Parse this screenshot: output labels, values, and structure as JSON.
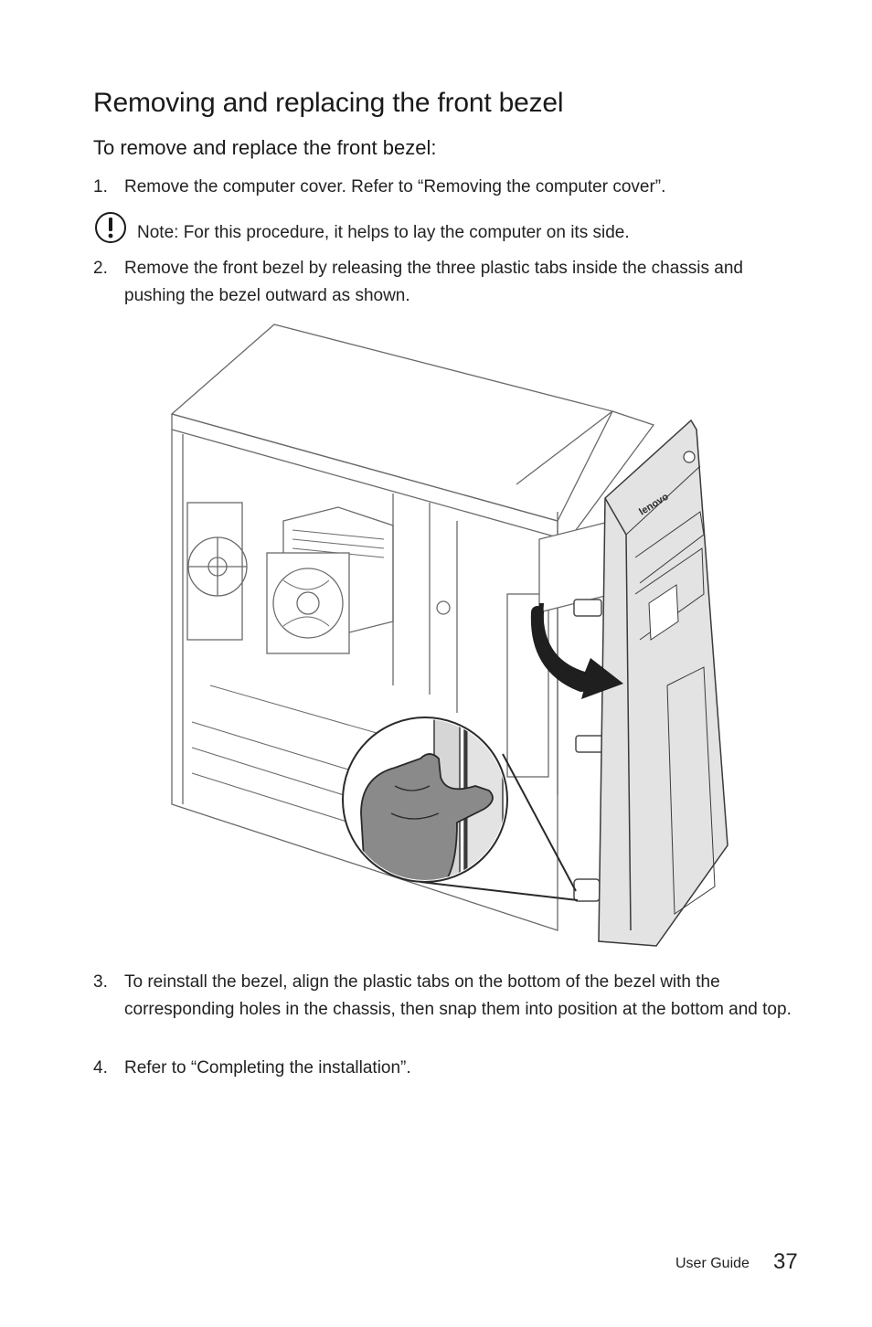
{
  "title": "Removing and replacing the front bezel",
  "subtitle": "To remove and replace the front bezel:",
  "steps": [
    {
      "num": "1.",
      "text": "Remove the computer cover. Refer to “Removing the computer cover”."
    },
    {
      "num": "2.",
      "text": "Remove the front bezel by releasing the three plastic tabs inside the chassis and pushing the bezel outward as shown."
    },
    {
      "num": "3.",
      "text": "To reinstall the bezel, align the plastic tabs on the bottom of the bezel with the corresponding holes in the chassis, then snap them into position at the bottom and top."
    },
    {
      "num": "4.",
      "text": "Refer to “Completing the installation”."
    }
  ],
  "note": {
    "label": "Note:",
    "text": "For this procedure, it helps to lay the computer on its side.",
    "icon": "exclamation-circle-icon"
  },
  "figure": {
    "brand": "lenovo"
  },
  "footer": {
    "label": "User Guide",
    "page": "37"
  }
}
